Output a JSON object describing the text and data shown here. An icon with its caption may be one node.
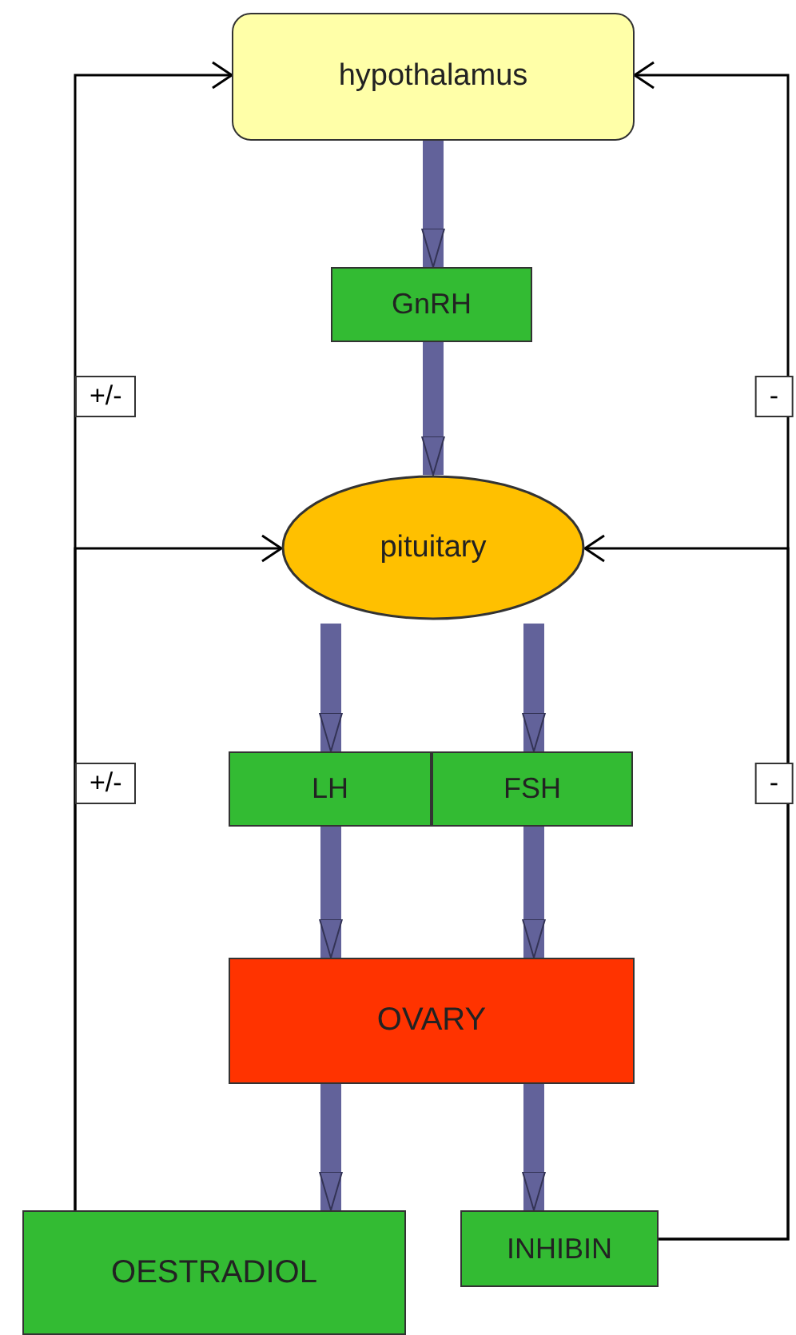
{
  "diagram": {
    "nodes": [
      {
        "text": [
          "hypothalamus"
        ]
      },
      {
        "text": [
          "GnRH"
        ]
      },
      {
        "text": [
          "pituitary"
        ]
      },
      {
        "text": [
          "LH"
        ]
      },
      {
        "text": [
          "FSH"
        ]
      },
      {
        "text": [
          "OVARY"
        ]
      },
      {
        "text": [
          "OESTRADIOL"
        ]
      },
      {
        "text": [
          "INHIBIN"
        ]
      }
    ],
    "edges": [
      {
        "from": 0,
        "to": 1,
        "arrow": "to"
      },
      {
        "from": 1,
        "to": 2,
        "arrow": "to"
      },
      {
        "from": 2,
        "to": 3,
        "arrow": "to"
      },
      {
        "from": 2,
        "to": 4,
        "arrow": "to"
      },
      {
        "from": 3,
        "to": 5,
        "arrow": "to"
      },
      {
        "from": 4,
        "to": 5,
        "arrow": "to"
      },
      {
        "from": 5,
        "to": 6,
        "arrow": "to"
      },
      {
        "from": 5,
        "to": 7,
        "arrow": "to"
      },
      {
        "from": 6,
        "to": 0,
        "arrow": "to",
        "label": "+/-",
        "color": "#000000"
      },
      {
        "from": 6,
        "to": 2,
        "arrow": "to",
        "label": "+/-",
        "color": "#000000"
      },
      {
        "from": 7,
        "to": 0,
        "arrow": "to",
        "label": "-",
        "color": "#000000"
      },
      {
        "from": 7,
        "to": 2,
        "arrow": "to",
        "label": "-",
        "color": "#000000"
      }
    ]
  }
}
